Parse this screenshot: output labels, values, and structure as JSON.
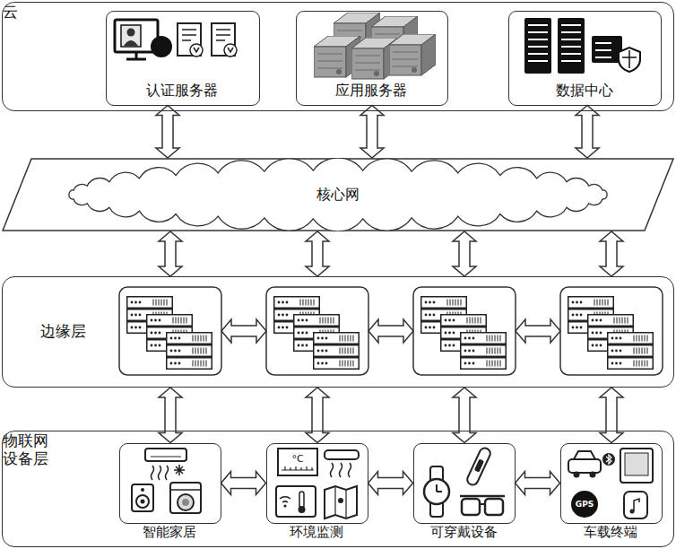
{
  "diagram": {
    "nodes": [
      {
        "text": [
          "云"
        ]
      },
      {
        "text": [
          "认证服务器"
        ],
        "in": 0
      },
      {
        "text": [
          "应用服务器"
        ],
        "in": 0
      },
      {
        "text": [
          "数据中心"
        ],
        "in": 0
      },
      {
        "text": [
          "核心网"
        ]
      },
      {
        "text": [
          "边缘层"
        ]
      },
      {
        "text": [
          "物联网 设备层"
        ]
      },
      {
        "text": [
          "智能家居"
        ],
        "in": 6
      },
      {
        "text": [
          "环境监测"
        ],
        "in": 6
      },
      {
        "text": [
          "可穿戴设备"
        ],
        "in": 6
      },
      {
        "text": [
          "车载终端"
        ],
        "in": 6
      }
    ],
    "edges": [
      {
        "from": 1,
        "to": 4,
        "arrow": "both"
      },
      {
        "from": 2,
        "to": 4,
        "arrow": "both"
      },
      {
        "from": 3,
        "to": 4,
        "arrow": "both"
      },
      {
        "from": 4,
        "to": 5,
        "arrow": "both"
      },
      {
        "from": 4,
        "to": 5,
        "arrow": "both"
      },
      {
        "from": 4,
        "to": 5,
        "arrow": "both"
      },
      {
        "from": 4,
        "to": 5,
        "arrow": "both"
      },
      {
        "from": 5,
        "to": 7,
        "arrow": "both"
      },
      {
        "from": 5,
        "to": 8,
        "arrow": "both"
      },
      {
        "from": 5,
        "to": 9,
        "arrow": "both"
      },
      {
        "from": 5,
        "to": 10,
        "arrow": "both"
      },
      {
        "from": 7,
        "to": 8,
        "arrow": "both"
      },
      {
        "from": 8,
        "to": 9,
        "arrow": "both"
      },
      {
        "from": 9,
        "to": 10,
        "arrow": "both"
      }
    ],
    "labels": [
      "°C",
      "GPS"
    ]
  }
}
